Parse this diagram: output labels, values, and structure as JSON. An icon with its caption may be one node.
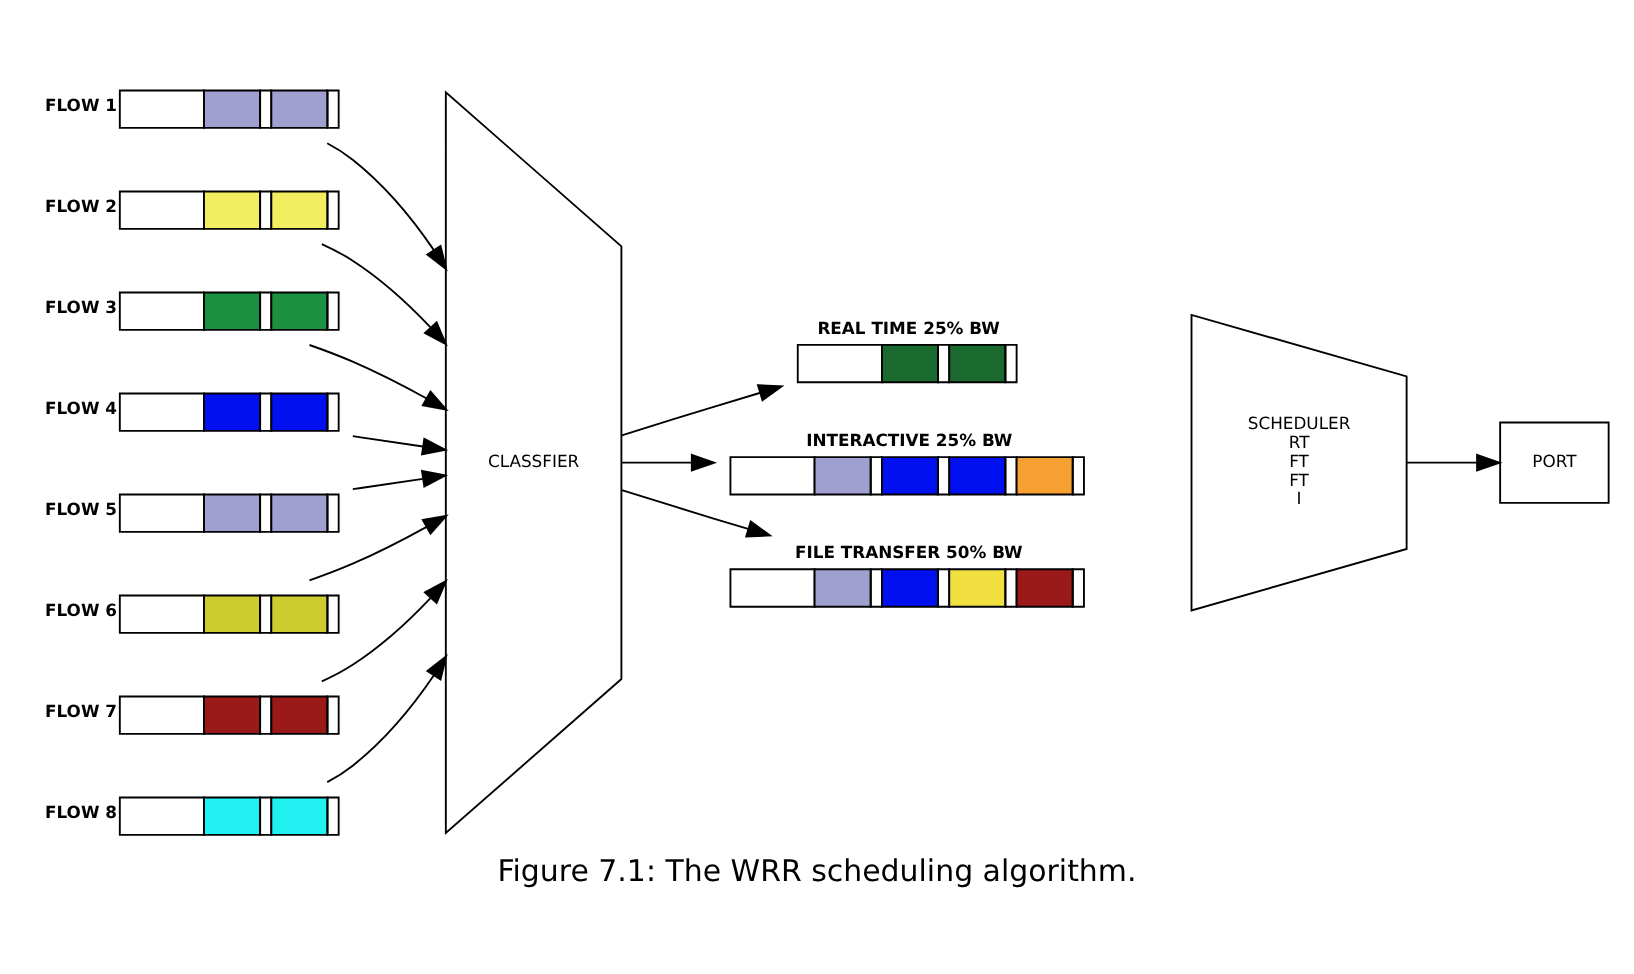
{
  "diagram": {
    "caption": "Figure 7.1: The WRR scheduling algorithm.",
    "nodes": [
      {
        "text": [],
        "shape": "bar",
        "beside": [
          "FLOW 1"
        ]
      },
      {
        "text": [],
        "shape": "bar",
        "beside": [
          "FLOW 2"
        ]
      },
      {
        "text": [],
        "shape": "bar",
        "beside": [
          "FLOW 3"
        ]
      },
      {
        "text": [],
        "shape": "bar",
        "beside": [
          "FLOW 4"
        ]
      },
      {
        "text": [],
        "shape": "bar",
        "beside": [
          "FLOW 5"
        ]
      },
      {
        "text": [],
        "shape": "bar",
        "beside": [
          "FLOW 6"
        ]
      },
      {
        "text": [],
        "shape": "bar",
        "beside": [
          "FLOW 7"
        ]
      },
      {
        "text": [],
        "shape": "bar",
        "beside": [
          "FLOW 8"
        ]
      },
      {
        "text": [
          "CLASSFIER"
        ]
      },
      {
        "text": [
          "REAL TIME 25% BW"
        ]
      },
      {
        "text": [
          "INTERACTIVE 25% BW"
        ]
      },
      {
        "text": [
          "FILE TRANSFER 50% BW"
        ]
      },
      {
        "text": [
          "SCHEDULER",
          "RT",
          "FT",
          "FT",
          "I"
        ]
      },
      {
        "text": [
          "PORT"
        ]
      }
    ],
    "edges": [
      {
        "from": 0,
        "to": 8,
        "arrow": "to"
      },
      {
        "from": 1,
        "to": 8,
        "arrow": "to"
      },
      {
        "from": 2,
        "to": 8,
        "arrow": "to"
      },
      {
        "from": 3,
        "to": 8,
        "arrow": "to"
      },
      {
        "from": 4,
        "to": 8,
        "arrow": "to"
      },
      {
        "from": 5,
        "to": 8,
        "arrow": "to"
      },
      {
        "from": 6,
        "to": 8,
        "arrow": "to"
      },
      {
        "from": 7,
        "to": 8,
        "arrow": "to"
      },
      {
        "from": 8,
        "to": 9,
        "arrow": "to"
      },
      {
        "from": 8,
        "to": 10,
        "arrow": "to"
      },
      {
        "from": 8,
        "to": 11,
        "arrow": "to"
      },
      {
        "from": 12,
        "to": 13,
        "arrow": "to"
      }
    ]
  }
}
